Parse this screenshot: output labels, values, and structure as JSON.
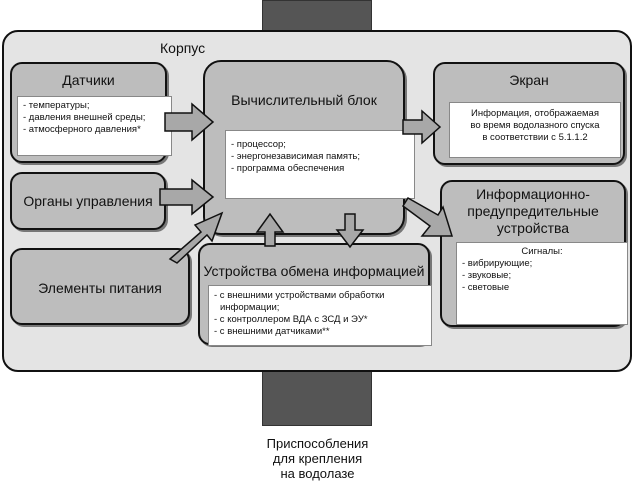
{
  "housing_label": "Корпус",
  "sensors": {
    "title": "Датчики",
    "items": [
      "- температуры;",
      "- давления внешней среды;",
      "- атмосферного давления*"
    ]
  },
  "controls": {
    "title": "Органы управления"
  },
  "power": {
    "title": "Элементы питания"
  },
  "computing": {
    "title": "Вычислительный блок",
    "items": [
      "- процессор;",
      "- энергонезависимая память;",
      "- программа обеспечения"
    ]
  },
  "exchange": {
    "title": "Устройства обмена информацией",
    "items": [
      "- с внешними устройствами обработки",
      "  информации;",
      "- с контроллером ВДА с ЗСД и ЭУ*",
      "- с внешними датчиками**"
    ]
  },
  "screen": {
    "title": "Экран",
    "items": [
      "Информация, отображаемая",
      "во время водолазного спуска",
      "в соответствии с 5.1.1.2"
    ]
  },
  "warning": {
    "title_lines": [
      "Информационно-",
      "предупредительные",
      "устройства"
    ],
    "signals_label": "Сигналы:",
    "items": [
      "- вибрирующие;",
      "- звуковые;",
      "- световые"
    ]
  },
  "mount": {
    "lines": [
      "Приспособления",
      "для крепления",
      "на водолазе"
    ]
  },
  "colors": {
    "box": "#bdbdbd",
    "housing": "#e4e4e4",
    "strap": "#555555"
  }
}
